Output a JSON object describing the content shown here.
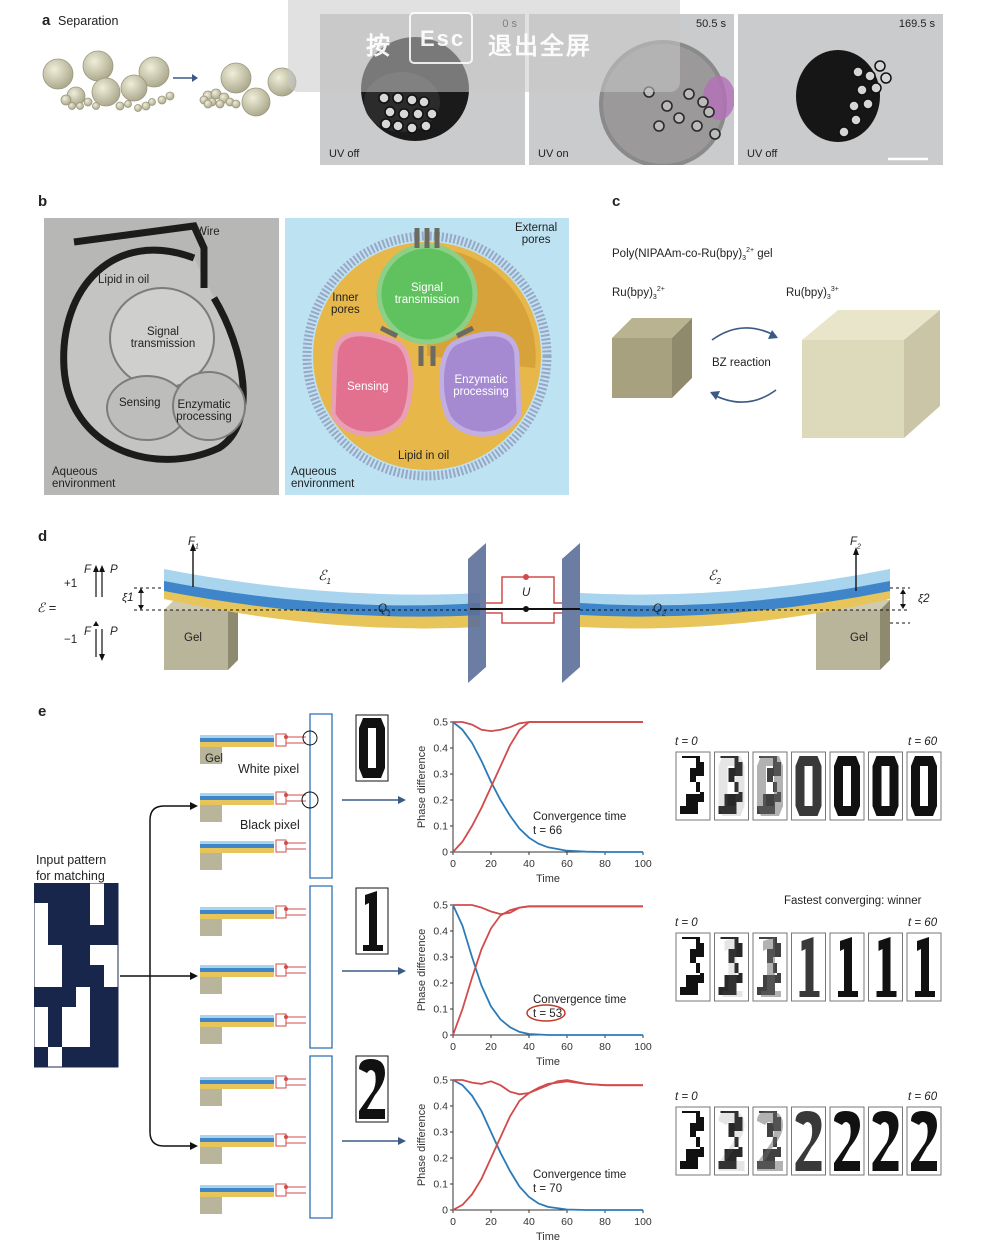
{
  "panel_a": {
    "label": "a",
    "title": "Separation",
    "frames": [
      {
        "time": "0 s",
        "uv": "UV off"
      },
      {
        "time": "50.5 s",
        "uv": "UV on"
      },
      {
        "time": "169.5 s",
        "uv": "UV off"
      }
    ]
  },
  "overlay": {
    "key_1": "按",
    "esc": "Esc",
    "exit": "退出全屏"
  },
  "panel_b": {
    "label": "b",
    "photo": {
      "wire": "Wire",
      "lipid": "Lipid in oil",
      "signal_1": "Signal",
      "signal_2": "transmission",
      "sensing": "Sensing",
      "enzymatic_1": "Enzymatic",
      "enzymatic_2": "processing",
      "aqueous_1": "Aqueous",
      "aqueous_2": "environment"
    },
    "schematic": {
      "external_1": "External",
      "external_2": "pores",
      "inner_1": "Inner",
      "inner_2": "pores",
      "signal_1": "Signal",
      "signal_2": "transmission",
      "sensing": "Sensing",
      "enzymatic_1": "Enzymatic",
      "enzymatic_2": "processing",
      "lipid": "Lipid in oil",
      "aqueous_1": "Aqueous",
      "aqueous_2": "environment"
    }
  },
  "panel_c": {
    "label": "c",
    "gel_title": "Poly(NIPAAm-co-Ru(bpy)",
    "gel_sub": "3",
    "gel_sup": "2+",
    "gel_end": " gel",
    "ru_left": "Ru(bpy)",
    "ru_left_sub": "3",
    "ru_left_sup": "2+",
    "ru_right": "Ru(bpy)",
    "ru_right_sub": "3",
    "ru_right_sup": "3+",
    "reaction": "BZ reaction"
  },
  "panel_d": {
    "label": "d",
    "eps": "ℰ =",
    "plus": "+1",
    "minus": "−1",
    "F": "F",
    "P": "P",
    "F1": "F",
    "F1_sub": "1",
    "F2": "F",
    "F2_sub": "2",
    "eps1": "ℰ",
    "eps1_sub": "1",
    "eps2": "ℰ",
    "eps2_sub": "2",
    "xi1": "ξ1",
    "xi2": "ξ2",
    "Q1": "Q",
    "Q1_sub": "1",
    "Q2": "Q",
    "Q2_sub": "2",
    "U": "U",
    "gel": "Gel"
  },
  "panel_e": {
    "label": "e",
    "input_1": "Input pattern",
    "input_2": "for matching",
    "gel": "Gel",
    "white_pixel": "White pixel",
    "black_pixel": "Black pixel",
    "winner": "Fastest converging: winner",
    "t0": "t = 0",
    "t60": "t = 60",
    "xlabel": "Time",
    "ylabel": "Phase difference",
    "conv_label": "Convergence time",
    "conv_values": [
      "t = 66",
      "t = 53",
      "t = 70"
    ]
  },
  "chart_data": [
    {
      "type": "line",
      "xlabel": "Time",
      "ylabel": "Phase difference",
      "xlim": [
        0,
        100
      ],
      "ylim": [
        0,
        0.5
      ],
      "xticks": [
        0,
        20,
        40,
        60,
        80,
        100
      ],
      "yticks": [
        0,
        0.1,
        0.2,
        0.3,
        0.4,
        0.5
      ],
      "annotation": "Convergence time t = 66",
      "series": [
        {
          "color": "#2b7bb9",
          "x": [
            0,
            5,
            10,
            15,
            20,
            25,
            30,
            35,
            40,
            45,
            50,
            60,
            70,
            80,
            100
          ],
          "y": [
            0.5,
            0.47,
            0.42,
            0.35,
            0.27,
            0.2,
            0.14,
            0.09,
            0.055,
            0.032,
            0.018,
            0.005,
            0.001,
            0,
            0
          ]
        },
        {
          "color": "#d24b4b",
          "x": [
            0,
            5,
            10,
            15,
            20,
            25,
            30,
            35,
            40,
            50,
            60,
            100
          ],
          "y": [
            0,
            0.04,
            0.1,
            0.17,
            0.25,
            0.33,
            0.41,
            0.47,
            0.5,
            0.5,
            0.5,
            0.5
          ]
        },
        {
          "color": "#d24b4b",
          "x": [
            0,
            5,
            10,
            15,
            20,
            25,
            30,
            35,
            40,
            50,
            60,
            100
          ],
          "y": [
            0.5,
            0.5,
            0.49,
            0.47,
            0.465,
            0.47,
            0.48,
            0.495,
            0.5,
            0.5,
            0.5,
            0.5
          ]
        }
      ]
    },
    {
      "type": "line",
      "xlabel": "Time",
      "ylabel": "Phase difference",
      "xlim": [
        0,
        100
      ],
      "ylim": [
        0,
        0.5
      ],
      "xticks": [
        0,
        20,
        40,
        60,
        80,
        100
      ],
      "yticks": [
        0,
        0.1,
        0.2,
        0.3,
        0.4,
        0.5
      ],
      "annotation": "Convergence time t = 53",
      "series": [
        {
          "color": "#2b7bb9",
          "x": [
            0,
            5,
            10,
            15,
            20,
            25,
            30,
            35,
            40,
            50,
            60,
            100
          ],
          "y": [
            0.5,
            0.42,
            0.3,
            0.19,
            0.11,
            0.06,
            0.03,
            0.012,
            0.004,
            0,
            0,
            0
          ]
        },
        {
          "color": "#d24b4b",
          "x": [
            0,
            5,
            10,
            15,
            20,
            25,
            30,
            35,
            40,
            50,
            60,
            100
          ],
          "y": [
            0,
            0.1,
            0.22,
            0.33,
            0.41,
            0.46,
            0.48,
            0.49,
            0.495,
            0.495,
            0.495,
            0.495
          ]
        },
        {
          "color": "#d24b4b",
          "x": [
            0,
            5,
            10,
            15,
            20,
            25,
            30,
            35,
            40,
            50,
            60,
            100
          ],
          "y": [
            0.5,
            0.5,
            0.5,
            0.49,
            0.475,
            0.465,
            0.47,
            0.49,
            0.495,
            0.495,
            0.495,
            0.495
          ]
        }
      ]
    },
    {
      "type": "line",
      "xlabel": "Time",
      "ylabel": "Phase difference",
      "xlim": [
        0,
        100
      ],
      "ylim": [
        0,
        0.5
      ],
      "xticks": [
        0,
        20,
        40,
        60,
        80,
        100
      ],
      "yticks": [
        0,
        0.1,
        0.2,
        0.3,
        0.4,
        0.5
      ],
      "annotation": "Convergence time t = 70",
      "series": [
        {
          "color": "#2b7bb9",
          "x": [
            0,
            5,
            10,
            15,
            20,
            25,
            30,
            35,
            40,
            45,
            50,
            60,
            70,
            100
          ],
          "y": [
            0.5,
            0.48,
            0.44,
            0.38,
            0.3,
            0.22,
            0.15,
            0.09,
            0.05,
            0.025,
            0.012,
            0.002,
            0,
            0
          ]
        },
        {
          "color": "#d24b4b",
          "x": [
            0,
            5,
            10,
            15,
            20,
            25,
            30,
            35,
            40,
            45,
            50,
            55,
            60,
            70,
            80,
            100
          ],
          "y": [
            0,
            0.02,
            0.06,
            0.12,
            0.2,
            0.28,
            0.36,
            0.42,
            0.45,
            0.47,
            0.485,
            0.49,
            0.495,
            0.485,
            0.48,
            0.48
          ]
        },
        {
          "color": "#d24b4b",
          "x": [
            0,
            5,
            10,
            15,
            20,
            25,
            30,
            35,
            40,
            45,
            50,
            55,
            60,
            70,
            80,
            100
          ],
          "y": [
            0.5,
            0.5,
            0.49,
            0.485,
            0.495,
            0.48,
            0.455,
            0.445,
            0.45,
            0.465,
            0.48,
            0.495,
            0.5,
            0.485,
            0.48,
            0.48
          ]
        }
      ]
    }
  ]
}
